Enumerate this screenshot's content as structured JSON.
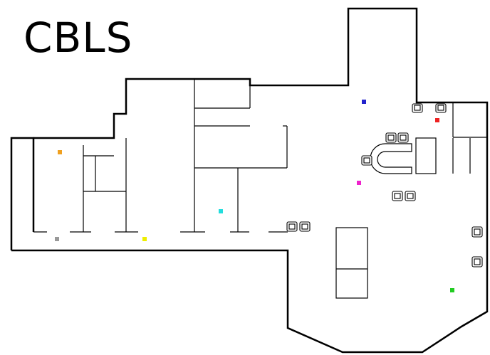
{
  "title": "CBLS",
  "markers": [
    {
      "id": "marker-blue",
      "color": "#2222cc"
    },
    {
      "id": "marker-red",
      "color": "#ee2222"
    },
    {
      "id": "marker-orange",
      "color": "#f0a020"
    },
    {
      "id": "marker-magenta",
      "color": "#ee22cc"
    },
    {
      "id": "marker-cyan",
      "color": "#22dddd"
    },
    {
      "id": "marker-gray",
      "color": "#999999"
    },
    {
      "id": "marker-yellow",
      "color": "#eeee00"
    },
    {
      "id": "marker-green",
      "color": "#22cc22"
    }
  ]
}
